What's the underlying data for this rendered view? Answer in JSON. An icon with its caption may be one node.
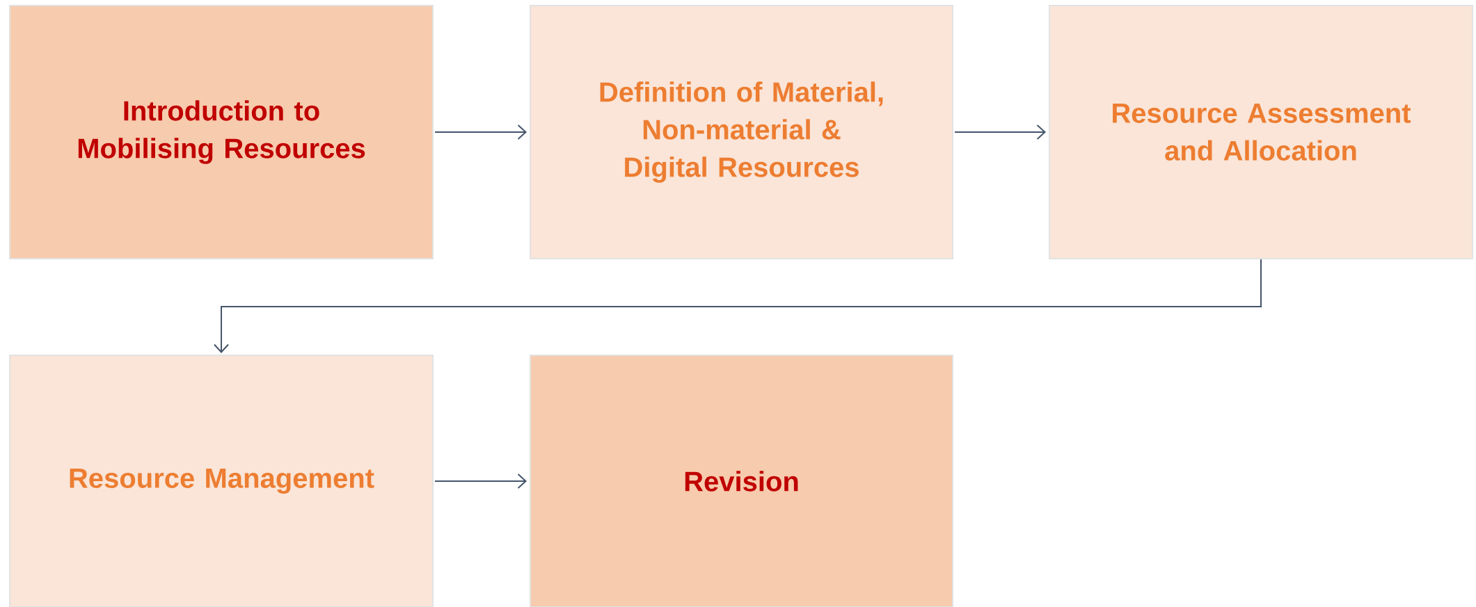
{
  "diagram": {
    "nodes": [
      {
        "text": [
          "Introduction to Mobilising Resources"
        ]
      },
      {
        "text": [
          "Definition of Material, Non-material & Digital Resources"
        ]
      },
      {
        "text": [
          "Resource Assessment and Allocation"
        ]
      },
      {
        "text": [
          "Resource Management"
        ]
      },
      {
        "text": [
          "Revision"
        ]
      }
    ],
    "edges": [
      {
        "from": 0,
        "to": 1,
        "arrow": "to"
      },
      {
        "from": 1,
        "to": 2,
        "arrow": "to"
      },
      {
        "from": 2,
        "to": 3,
        "arrow": "to"
      },
      {
        "from": 3,
        "to": 4,
        "arrow": "to"
      }
    ]
  }
}
